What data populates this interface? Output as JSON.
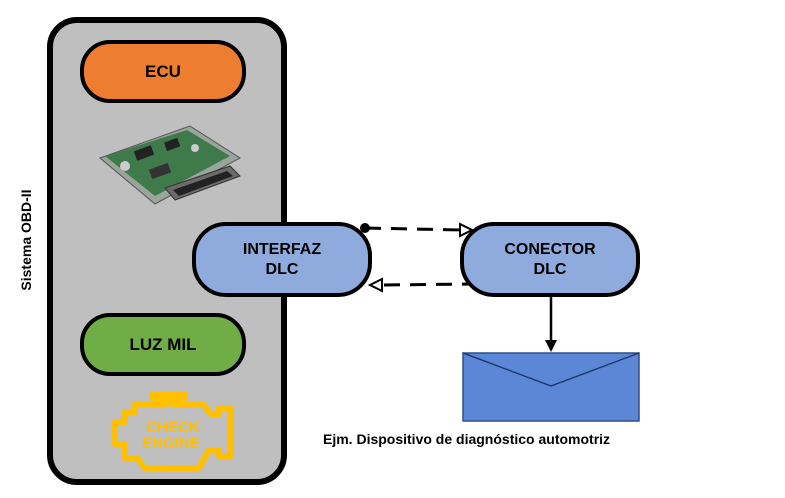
{
  "side_label": "Sistema OBD-II",
  "nodes": {
    "ecu": "ECU",
    "luz_mil": "LUZ MIL",
    "interfaz_line1": "INTERFAZ",
    "interfaz_line2": "DLC",
    "conector_line1": "CONECTOR",
    "conector_line2": "DLC"
  },
  "check_engine": {
    "line1": "CHECK",
    "line2": "ENGINE",
    "color": "#ffc000"
  },
  "caption": "Ejm. Dispositivo de diagnóstico automotriz",
  "colors": {
    "panel": "#bfbfbf",
    "ecu": "#ed7d31",
    "luz_mil": "#70ad47",
    "dlc": "#8faadc",
    "device": "#5b87d6"
  },
  "icons": [
    "ecu-board-image",
    "check-engine-icon",
    "envelope-device-icon"
  ]
}
